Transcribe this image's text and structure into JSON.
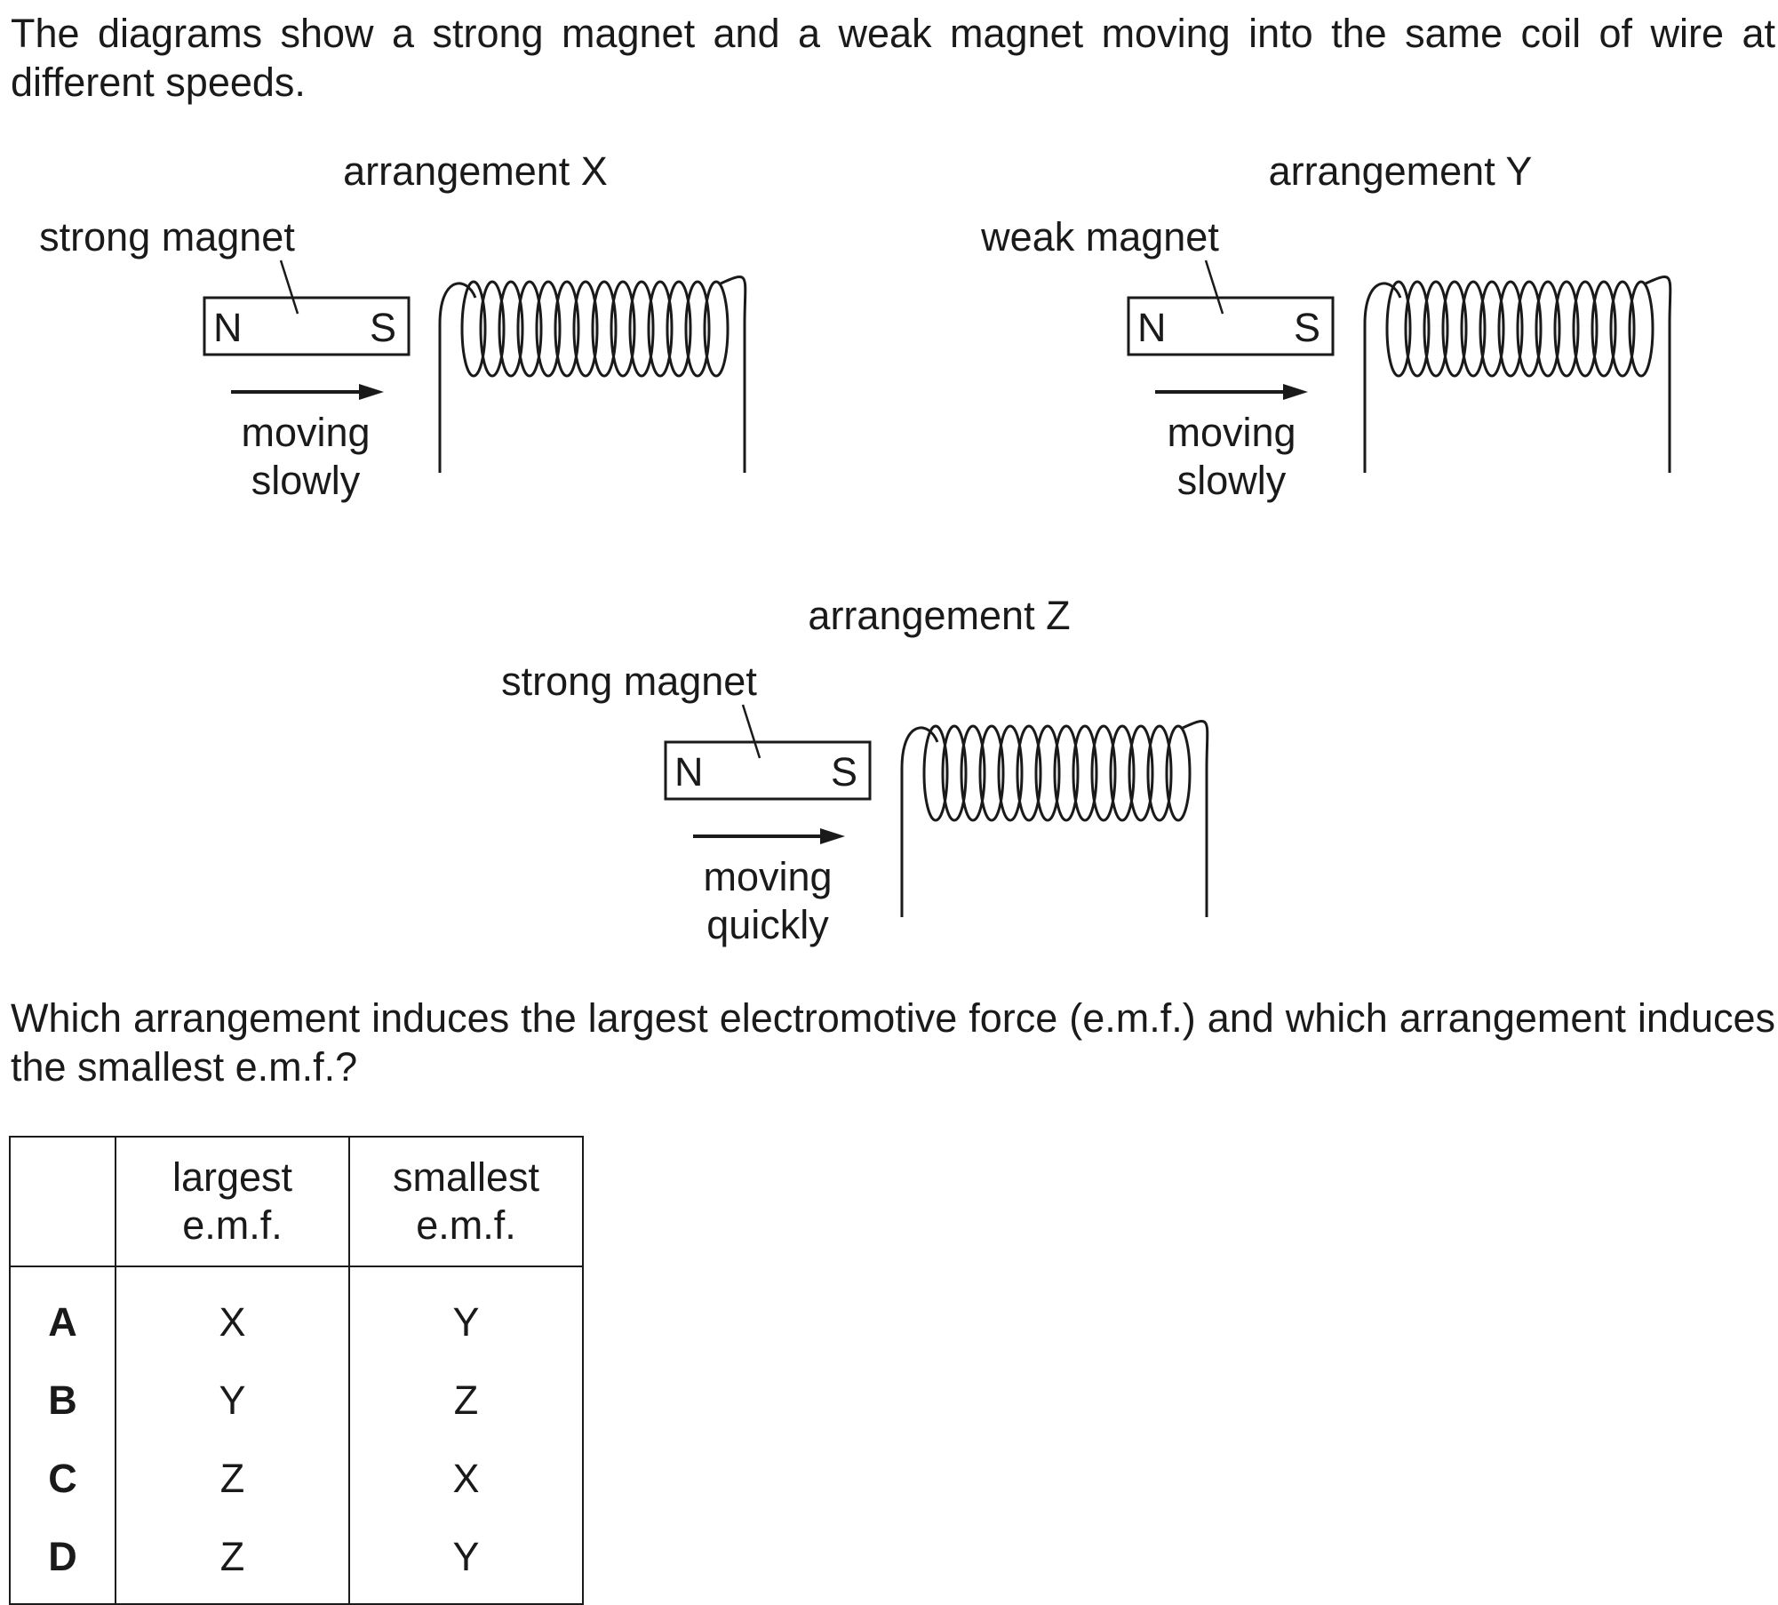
{
  "question": {
    "intro": "The diagrams show a strong magnet and a weak magnet moving into the same coil of wire at different speeds.",
    "prompt": "Which arrangement induces the largest electromotive force (e.m.f.) and which arrangement induces the smallest e.m.f.?"
  },
  "arrangements": [
    {
      "title": "arrangement X",
      "magnet": "strong magnet",
      "north": "N",
      "south": "S",
      "motion_line1": "moving",
      "motion_line2": "slowly"
    },
    {
      "title": "arrangement Y",
      "magnet": "weak magnet",
      "north": "N",
      "south": "S",
      "motion_line1": "moving",
      "motion_line2": "slowly"
    },
    {
      "title": "arrangement Z",
      "magnet": "strong magnet",
      "north": "N",
      "south": "S",
      "motion_line1": "moving",
      "motion_line2": "quickly"
    }
  ],
  "table": {
    "headers": [
      {
        "line1": "",
        "line2": ""
      },
      {
        "line1": "largest",
        "line2": "e.m.f."
      },
      {
        "line1": "smallest",
        "line2": "e.m.f."
      }
    ],
    "rows": [
      {
        "option": "A",
        "largest": "X",
        "smallest": "Y"
      },
      {
        "option": "B",
        "largest": "Y",
        "smallest": "Z"
      },
      {
        "option": "C",
        "largest": "Z",
        "smallest": "X"
      },
      {
        "option": "D",
        "largest": "Z",
        "smallest": "Y"
      }
    ]
  }
}
